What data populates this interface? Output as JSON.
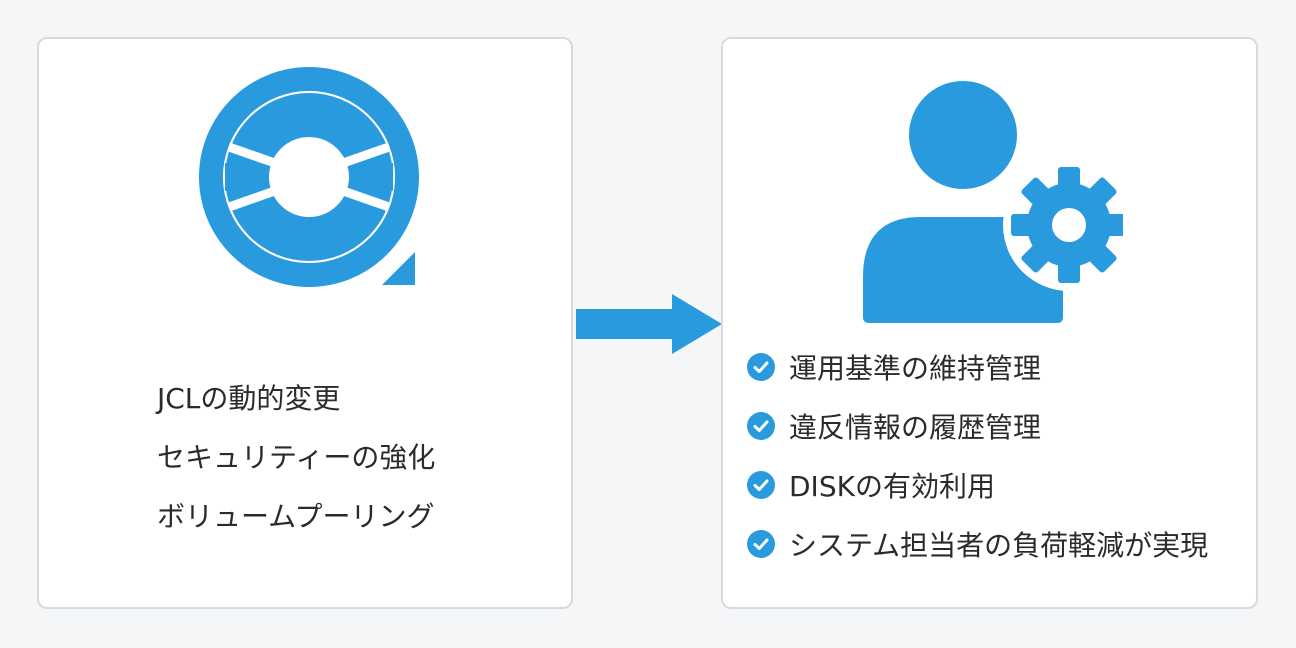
{
  "colors": {
    "accent": "#2a9ade",
    "card_border": "#d7dadf",
    "background": "#f5f6f8",
    "text": "#2b2b2b"
  },
  "left_panel": {
    "icon": "disk-storage-icon",
    "items": [
      "JCLの動的変更",
      "セキュリティーの強化",
      "ボリュームプーリング"
    ]
  },
  "connector": {
    "icon": "arrow-right-icon"
  },
  "right_panel": {
    "icon": "user-gear-icon",
    "check_icon": "check-circle-icon",
    "items": [
      "運用基準の維持管理",
      "違反情報の履歴管理",
      "DISKの有効利用",
      "システム担当者の負荷軽減が実現"
    ]
  }
}
